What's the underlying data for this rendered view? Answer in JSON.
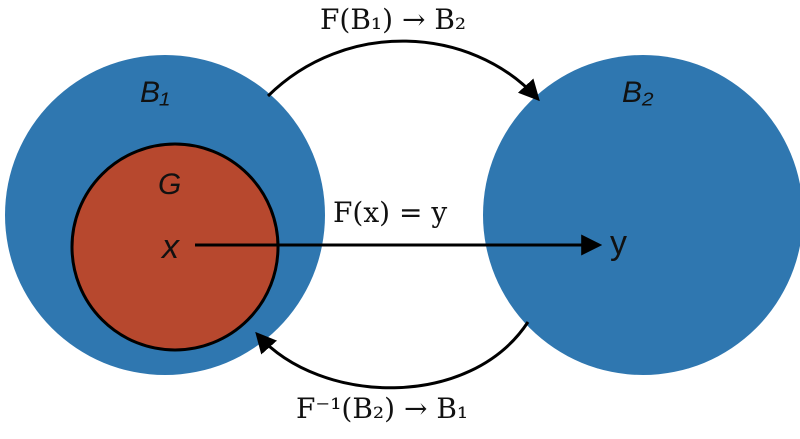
{
  "colors": {
    "blue_set": "#2f77b0",
    "red_set": "#b7482e",
    "arrow": "#000000",
    "text": "#111111"
  },
  "sets": {
    "b1_label": "B₁",
    "b2_label": "B₂",
    "g_label": "G"
  },
  "points": {
    "x_label": "x",
    "y_label": "y"
  },
  "maps": {
    "top_label": "F(B₁) → B₂",
    "middle_label": "F(x) = y",
    "bottom_label": "F⁻¹(B₂) → B₁"
  }
}
